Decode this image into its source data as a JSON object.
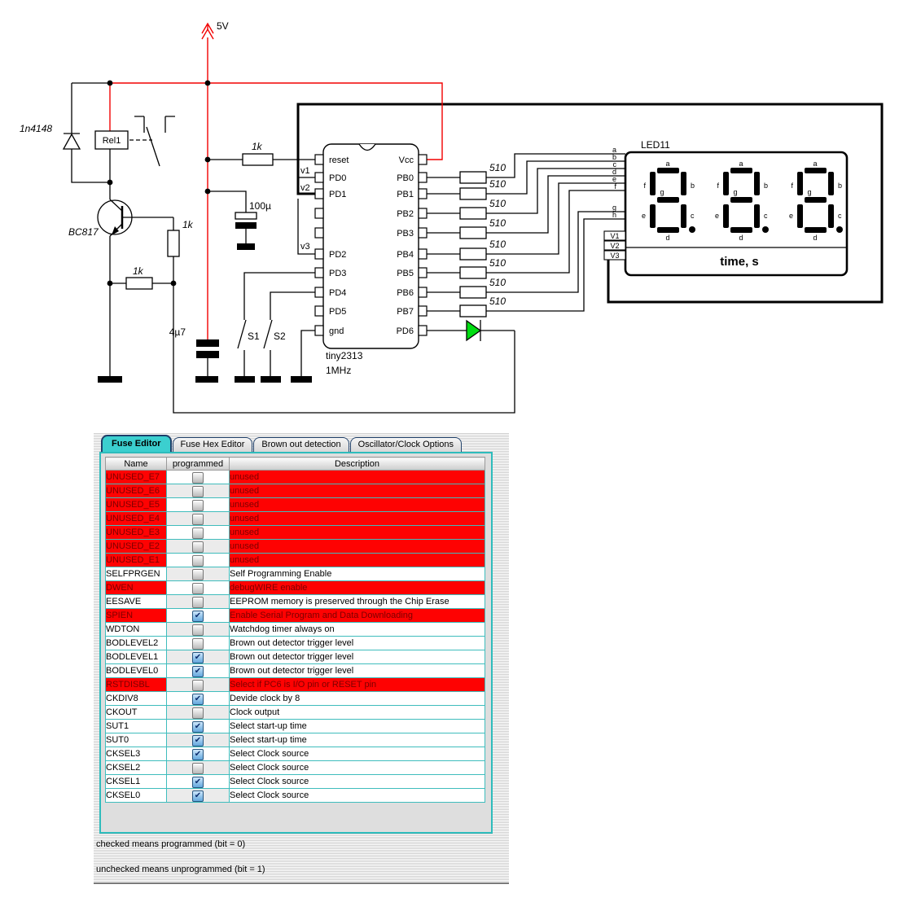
{
  "schematic": {
    "power": "5V",
    "diode": "1n4148",
    "relay": "Rel1",
    "transistor": "BC817",
    "r_reset": "1k",
    "r_vert": "1k",
    "r_horiz": "1k",
    "cap_big": "100µ",
    "cap_small": "4µ7",
    "sw1": "S1",
    "sw2": "S2",
    "chip_name": "tiny2313",
    "chip_clock": "1MHz",
    "seg_resistor": "510",
    "led_label": "LED11",
    "led_caption": "time, s",
    "left_pins": [
      "reset",
      "PD0",
      "PD1",
      "",
      "",
      "PD2",
      "PD3",
      "PD4",
      "PD5",
      "gnd"
    ],
    "right_pins": [
      "Vcc",
      "PB0",
      "PB1",
      "PB2",
      "PB3",
      "PB4",
      "PB5",
      "PB6",
      "PB7",
      "PD6"
    ],
    "net_labels": [
      "v1",
      "v2",
      "v3"
    ],
    "seg_pins": [
      "a",
      "b",
      "c",
      "d",
      "e",
      "f",
      "g",
      "h"
    ],
    "common_pins": [
      "V1",
      "V2",
      "V3"
    ],
    "seg_letters": [
      "a",
      "b",
      "c",
      "d",
      "e",
      "f",
      "g"
    ],
    "wire_color": "#f20000",
    "led_diode_color": "#00dd11"
  },
  "fuse_editor": {
    "tabs": [
      "Fuse Editor",
      "Fuse Hex Editor",
      "Brown out detection",
      "Oscillator/Clock Options"
    ],
    "active_tab": "Fuse Editor",
    "columns": [
      "Name",
      "programmed",
      "Description"
    ],
    "highlight_color": "#fe0202",
    "rows": [
      {
        "name": "UNUSED_E7",
        "programmed": false,
        "description": "unused",
        "red": true
      },
      {
        "name": "UNUSED_E6",
        "programmed": false,
        "description": "unused",
        "red": true
      },
      {
        "name": "UNUSED_E5",
        "programmed": false,
        "description": "unused",
        "red": true
      },
      {
        "name": "UNUSED_E4",
        "programmed": false,
        "description": "unused",
        "red": true
      },
      {
        "name": "UNUSED_E3",
        "programmed": false,
        "description": "unused",
        "red": true
      },
      {
        "name": "UNUSED_E2",
        "programmed": false,
        "description": "unused",
        "red": true
      },
      {
        "name": "UNUSED_E1",
        "programmed": false,
        "description": "unused",
        "red": true
      },
      {
        "name": "SELFPRGEN",
        "programmed": false,
        "description": "Self Programming Enable",
        "red": false
      },
      {
        "name": "DWEN",
        "programmed": false,
        "description": "debugWIRE enable",
        "red": true
      },
      {
        "name": "EESAVE",
        "programmed": false,
        "description": "EEPROM memory is preserved through the Chip Erase",
        "red": false
      },
      {
        "name": "SPIEN",
        "programmed": true,
        "description": "Enable Serial Program and Data Downloading",
        "red": true
      },
      {
        "name": "WDTON",
        "programmed": false,
        "description": "Watchdog timer always on",
        "red": false
      },
      {
        "name": "BODLEVEL2",
        "programmed": false,
        "description": "Brown out detector trigger level",
        "red": false
      },
      {
        "name": "BODLEVEL1",
        "programmed": true,
        "description": "Brown out detector trigger level",
        "red": false
      },
      {
        "name": "BODLEVEL0",
        "programmed": true,
        "description": "Brown out detector trigger level",
        "red": false
      },
      {
        "name": "RSTDISBL",
        "programmed": false,
        "description": "Select if PC6 is I/O pin or RESET pin",
        "red": true
      },
      {
        "name": "CKDIV8",
        "programmed": true,
        "description": "Devide clock by 8",
        "red": false
      },
      {
        "name": "CKOUT",
        "programmed": false,
        "description": "Clock output",
        "red": false
      },
      {
        "name": "SUT1",
        "programmed": true,
        "description": "Select start-up time",
        "red": false
      },
      {
        "name": "SUT0",
        "programmed": true,
        "description": "Select start-up time",
        "red": false
      },
      {
        "name": "CKSEL3",
        "programmed": true,
        "description": "Select Clock source",
        "red": false
      },
      {
        "name": "CKSEL2",
        "programmed": false,
        "description": "Select Clock source",
        "red": false
      },
      {
        "name": "CKSEL1",
        "programmed": true,
        "description": "Select Clock source",
        "red": false
      },
      {
        "name": "CKSEL0",
        "programmed": true,
        "description": "Select Clock source",
        "red": false
      }
    ],
    "footnotes": [
      "checked means programmed (bit = 0)",
      "unchecked means unprogrammed (bit = 1)"
    ]
  }
}
